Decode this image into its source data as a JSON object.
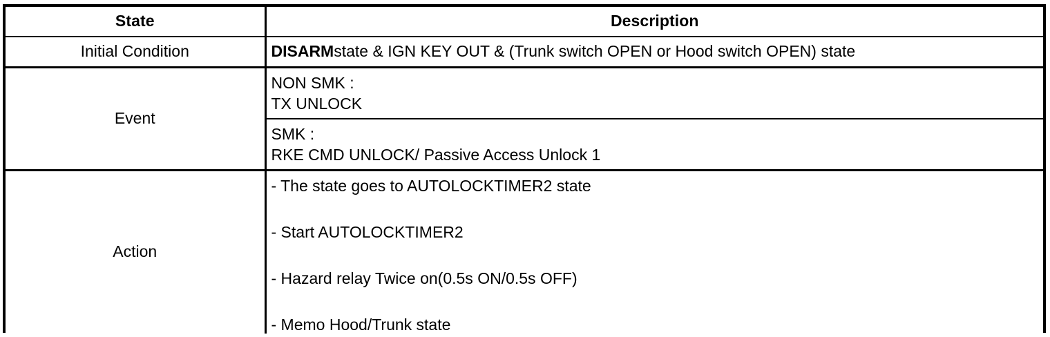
{
  "table": {
    "columns": [
      {
        "key": "state",
        "header": "State"
      },
      {
        "key": "description",
        "header": "Description"
      }
    ],
    "rows": {
      "initial_condition": {
        "state_label": "Initial Condition",
        "description_bold": "DISARM",
        "description_rest": "state & IGN KEY OUT & (Trunk switch OPEN or Hood switch OPEN) state"
      },
      "event": {
        "state_label": "Event",
        "non_smk": {
          "line1": "NON SMK :",
          "line2": "TX UNLOCK"
        },
        "smk": {
          "line1": "SMK :",
          "line2": "RKE CMD UNLOCK/ Passive Access Unlock 1"
        }
      },
      "action": {
        "state_label": "Action",
        "items": [
          "-  The state goes to AUTOLOCKTIMER2 state",
          "-  Start AUTOLOCKTIMER2",
          "-  Hazard relay Twice on(0.5s ON/0.5s OFF)",
          "-  Memo Hood/Trunk state"
        ]
      }
    }
  },
  "colors": {
    "border": "#000000",
    "text": "#000000",
    "background": "#ffffff"
  }
}
